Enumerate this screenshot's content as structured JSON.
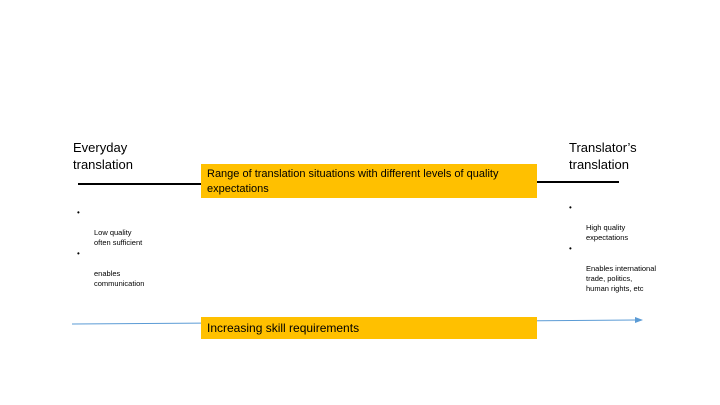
{
  "left_end": {
    "label": "Everyday\ntranslation",
    "bullets": [
      "Low quality\noften sufficient",
      "enables\ncommunication"
    ]
  },
  "right_end": {
    "label": "Translator’s\ntranslation",
    "bullets": [
      "High quality\nexpectations",
      "Enables international\ntrade, politics,\nhuman rights, etc"
    ]
  },
  "range_box": {
    "text": "Range of translation situations with different levels of quality expectations"
  },
  "skill_box": {
    "text": "Increasing skill requirements"
  },
  "bullet_glyph": "•",
  "colors": {
    "highlight": "#ffc000",
    "arrow": "#5b9bd5",
    "line": "#000000"
  }
}
